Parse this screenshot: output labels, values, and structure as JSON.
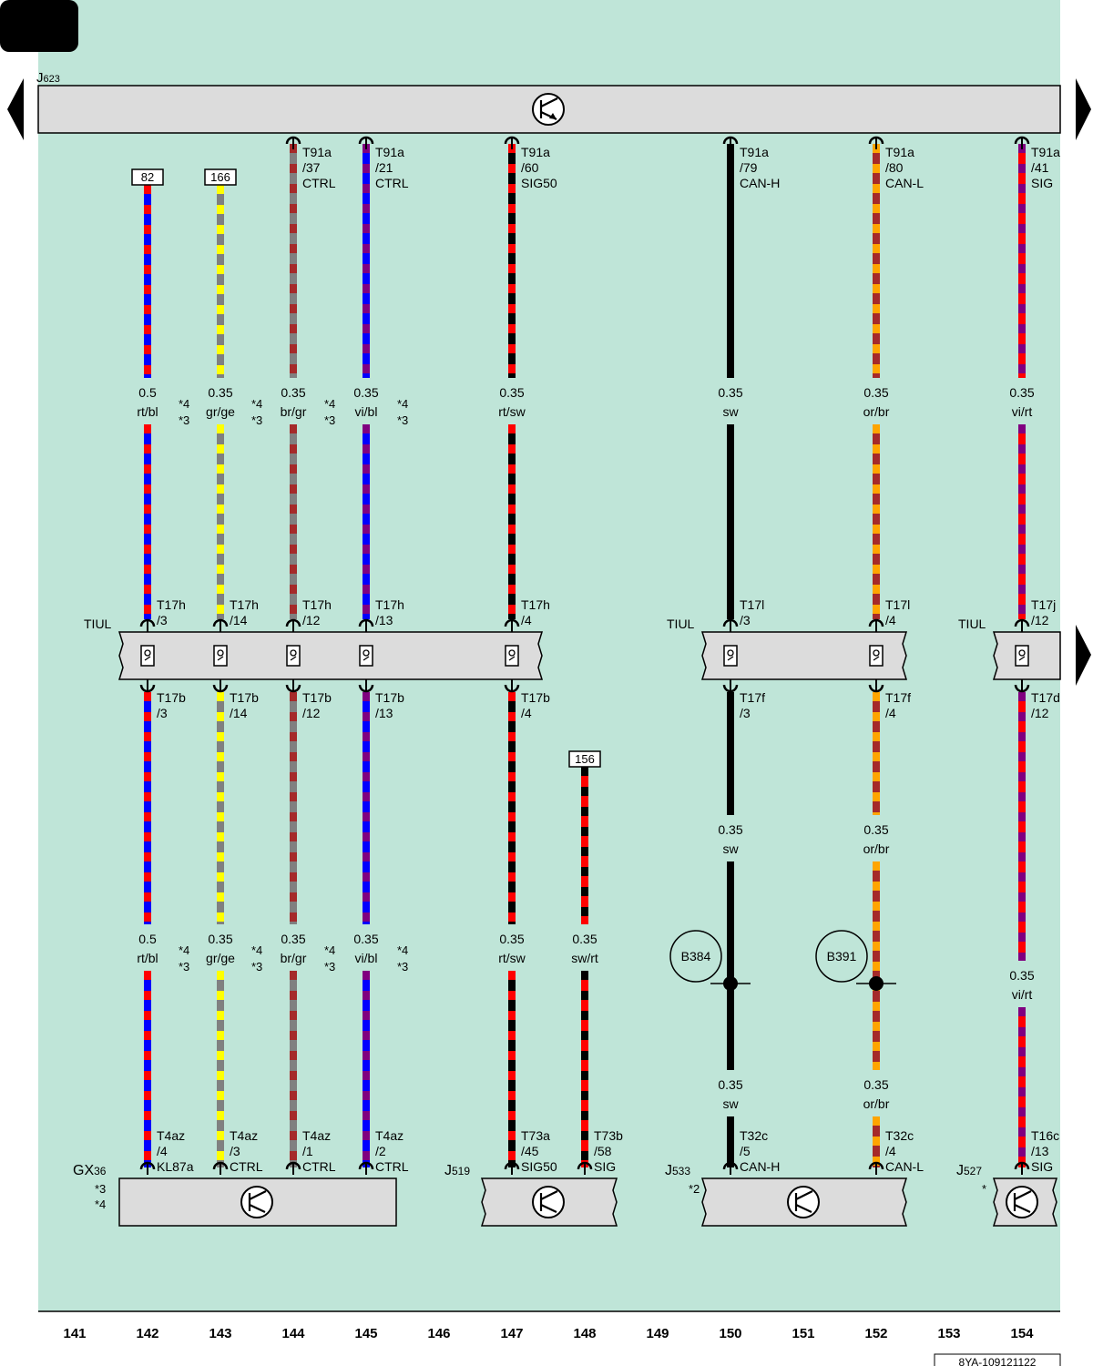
{
  "page": {
    "doc_id": "8YA-109121122",
    "columns": [
      "141",
      "142",
      "143",
      "144",
      "145",
      "146",
      "147",
      "148",
      "149",
      "150",
      "151",
      "152",
      "153",
      "154"
    ],
    "colors": {
      "background": "#bfe5d8",
      "bar": "#dcdcdc"
    }
  },
  "top_module": {
    "name": "J",
    "sub": "623"
  },
  "splices": {
    "label": "TIUL"
  },
  "wires": [
    {
      "colors": [
        "#ff0000",
        "#0000ff"
      ],
      "top_pin": [
        "",
        "",
        ""
      ],
      "top_box": "82",
      "mid_upper": [
        "0.5",
        "rt/bl"
      ],
      "note": [
        "*4",
        "*3"
      ],
      "tiul_up": [
        "T17h",
        "/3"
      ],
      "tiul_down": [
        "T17b",
        "/3"
      ],
      "mid_lower": [
        "0.5",
        "rt/bl"
      ],
      "bottom_pin": [
        "T4az",
        "/4",
        "KL87a"
      ]
    },
    {
      "colors": [
        "#ffff00",
        "#808080"
      ],
      "top_pin": [
        "",
        "",
        ""
      ],
      "top_box": "166",
      "mid_upper": [
        "0.35",
        "gr/ge"
      ],
      "note": [
        "*4",
        "*3"
      ],
      "tiul_up": [
        "T17h",
        "/14"
      ],
      "tiul_down": [
        "T17b",
        "/14"
      ],
      "mid_lower": [
        "0.35",
        "gr/ge"
      ],
      "bottom_pin": [
        "T4az",
        "/3",
        "CTRL"
      ]
    },
    {
      "colors": [
        "#a52a2a",
        "#808080"
      ],
      "top_pin": [
        "T91a",
        "/37",
        "CTRL"
      ],
      "top_box": "",
      "mid_upper": [
        "0.35",
        "br/gr"
      ],
      "note": [
        "*4",
        "*3"
      ],
      "tiul_up": [
        "T17h",
        "/12"
      ],
      "tiul_down": [
        "T17b",
        "/12"
      ],
      "mid_lower": [
        "0.35",
        "br/gr"
      ],
      "bottom_pin": [
        "T4az",
        "/1",
        "CTRL"
      ]
    },
    {
      "colors": [
        "#800080",
        "#0000ff"
      ],
      "top_pin": [
        "T91a",
        "/21",
        "CTRL"
      ],
      "top_box": "",
      "mid_upper": [
        "0.35",
        "vi/bl"
      ],
      "note": [
        "*4",
        "*3"
      ],
      "tiul_up": [
        "T17h",
        "/13"
      ],
      "tiul_down": [
        "T17b",
        "/13"
      ],
      "mid_lower": [
        "0.35",
        "vi/bl"
      ],
      "bottom_pin": [
        "T4az",
        "/2",
        "CTRL"
      ]
    },
    {
      "colors": [
        "#ff0000",
        "#000000"
      ],
      "top_pin": [
        "T91a",
        "/60",
        "SIG50"
      ],
      "top_box": "",
      "mid_upper": [
        "0.35",
        "rt/sw"
      ],
      "note": [
        "",
        ""
      ],
      "tiul_up": [
        "T17h",
        "/4"
      ],
      "tiul_down": [
        "T17b",
        "/4"
      ],
      "mid_lower": [
        "0.35",
        "rt/sw"
      ],
      "bottom_pin": [
        "T73a",
        "/45",
        "SIG50"
      ]
    },
    {
      "colors": [
        "#000000",
        "#ff0000"
      ],
      "top_pin": [
        "",
        "",
        ""
      ],
      "top_box": "156",
      "mid_upper": [
        "",
        ""
      ],
      "note": [
        "",
        ""
      ],
      "tiul_up": [
        "",
        ""
      ],
      "tiul_down": [
        "",
        ""
      ],
      "mid_lower": [
        "0.35",
        "sw/rt"
      ],
      "bottom_pin": [
        "T73b",
        "/58",
        "SIG"
      ]
    },
    {
      "colors": [
        "#000000"
      ],
      "top_pin": [
        "T91a",
        "/79",
        "CAN-H"
      ],
      "top_box": "",
      "mid_upper": [
        "0.35",
        "sw"
      ],
      "mid_upper2": [
        "0.35",
        "sw"
      ],
      "note": [
        "",
        ""
      ],
      "tiul_up": [
        "T17l",
        "/3"
      ],
      "tiul_down": [
        "T17f",
        "/3"
      ],
      "mid_lower": [
        "0.35",
        "sw"
      ],
      "node": "B384",
      "bottom_pin": [
        "T32c",
        "/5",
        "CAN-H"
      ]
    },
    {
      "colors": [
        "#ffa500",
        "#a52a2a"
      ],
      "top_pin": [
        "T91a",
        "/80",
        "CAN-L"
      ],
      "top_box": "",
      "mid_upper": [
        "0.35",
        "or/br"
      ],
      "mid_upper2": [
        "0.35",
        "or/br"
      ],
      "note": [
        "",
        ""
      ],
      "tiul_up": [
        "T17l",
        "/4"
      ],
      "tiul_down": [
        "T17f",
        "/4"
      ],
      "mid_lower": [
        "0.35",
        "or/br"
      ],
      "node": "B391",
      "bottom_pin": [
        "T32c",
        "/4",
        "CAN-L"
      ]
    },
    {
      "colors": [
        "#800080",
        "#ff0000"
      ],
      "top_pin": [
        "T91a",
        "/41",
        "SIG"
      ],
      "top_box": "",
      "mid_upper": [
        "0.35",
        "vi/rt"
      ],
      "note": [
        "",
        ""
      ],
      "tiul_up": [
        "T17j",
        "/12"
      ],
      "tiul_down": [
        "T17d",
        "/12"
      ],
      "mid_lower": [
        "0.35",
        "vi/rt"
      ],
      "bottom_pin": [
        "T16c",
        "/13",
        "SIG"
      ]
    }
  ],
  "bottom_modules": [
    {
      "name": "GX",
      "sub": "36",
      "notes": [
        "*3",
        "*4"
      ]
    },
    {
      "name": "J",
      "sub": "519",
      "notes": []
    },
    {
      "name": "J",
      "sub": "533",
      "notes": [
        "*2"
      ]
    },
    {
      "name": "J",
      "sub": "527",
      "notes": [
        "*"
      ]
    }
  ]
}
